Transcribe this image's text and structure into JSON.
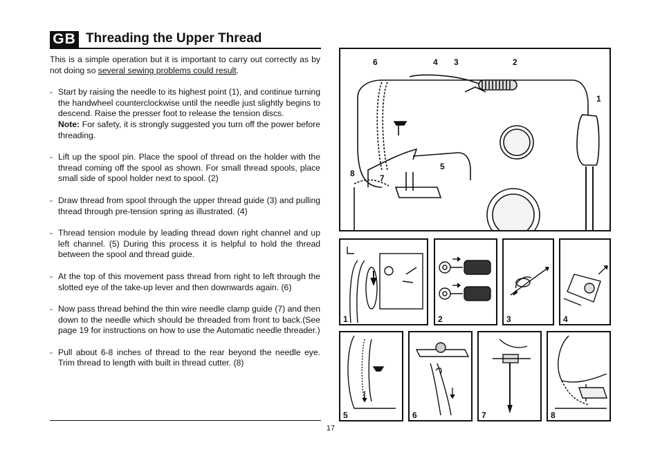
{
  "header": {
    "badge": "GB",
    "title": "Threading the Upper Thread"
  },
  "intro": {
    "text_before": "This is a simple operation but it is important to carry out correctly as by not doing so ",
    "underlined": "several sewing problems could result",
    "text_after": "."
  },
  "steps": [
    {
      "text": "Start by raising the needle to its highest point (1), and continue turning the handwheel counterclockwise until the needle just slightly begins to descend. Raise the presser foot to release the tension discs.",
      "note_label": "Note:",
      "note_text": " For safety, it is strongly suggested you turn off the power before threading."
    },
    {
      "text": "Lift up the spool pin. Place the spool of thread on the holder with the thread coming off the spool as shown. For small thread spools, place small side of spool holder next to spool. (2)"
    },
    {
      "text": "Draw thread from spool through the upper thread guide (3) and pulling thread through pre-tension spring as illustrated. (4)"
    },
    {
      "text": "Thread tension module by leading thread down right channel and up left channel. (5) During this process it is helpful to hold the thread between the spool and thread guide."
    },
    {
      "text": "At the top of this movement pass thread from right to left through the slotted eye of the take-up lever and then downwards again. (6)"
    },
    {
      "text": "Now pass thread behind the thin wire needle clamp guide (7) and then down to the needle which should be threaded from front to back.(See page 19 for instructions on how to use the Automatic needle threader.)"
    },
    {
      "text": "Pull about 6-8 inches of thread to the rear beyond the needle eye. Trim thread to length with built in thread cutter. (8)"
    }
  ],
  "dash": "-",
  "page_number": "17",
  "main_figure": {
    "callouts": [
      "6",
      "4",
      "3",
      "2",
      "1",
      "5",
      "7",
      "8"
    ]
  },
  "detail_figures": [
    "1",
    "2",
    "3",
    "4",
    "5",
    "6",
    "7",
    "8"
  ]
}
